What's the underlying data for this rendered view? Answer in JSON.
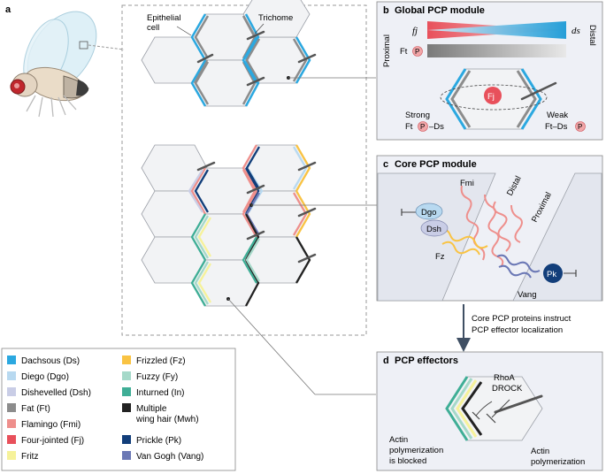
{
  "panels": {
    "a": {
      "letter": "a",
      "epithelial_label": "Epithelial",
      "epithelial_label2": "cell",
      "trichome_label": "Trichome"
    },
    "b": {
      "letter": "b",
      "title": "Global PCP module",
      "fj_label": "fj",
      "ds_label": "ds",
      "ft_label": "Ft",
      "p_label": "P",
      "proximal_label": "Proximal",
      "distal_label": "Distal",
      "fj_center": "Fj",
      "strong_label": "Strong",
      "strong_sub": "Ft",
      "strong_sub2": "–Ds",
      "weak_label": "Weak",
      "weak_sub": "Ft–Ds"
    },
    "c": {
      "letter": "c",
      "title": "Core PCP module",
      "fmi": "Fmi",
      "distal": "Distal",
      "proximal": "Proximal",
      "dgo": "Dgo",
      "dsh": "Dsh",
      "fz": "Fz",
      "pk": "Pk",
      "vang": "Vang"
    },
    "d": {
      "letter": "d",
      "title": "PCP effectors",
      "rhoa": "RhoA",
      "drock": "DROCK",
      "blocked1": "Actin",
      "blocked2": "polymerization",
      "blocked3": "is blocked",
      "poly1": "Actin",
      "poly2": "polymerization"
    },
    "arrow_text_1": "Core PCP proteins instruct",
    "arrow_text_2": "PCP effector localization"
  },
  "legend": {
    "left": [
      {
        "label": "Dachsous (Ds)",
        "color": "#2ba8e0"
      },
      {
        "label": "Diego (Dgo)",
        "color": "#b8d9f0"
      },
      {
        "label": "Dishevelled (Dsh)",
        "color": "#c9cde6"
      },
      {
        "label": "Fat (Ft)",
        "color": "#8c8c8c"
      },
      {
        "label": "Flamingo (Fmi)",
        "color": "#ee8f8c"
      },
      {
        "label": "Four-jointed (Fj)",
        "color": "#e8505b"
      },
      {
        "label": "Fritz",
        "color": "#f6f29a"
      }
    ],
    "right": [
      {
        "label": "Frizzled (Fz)",
        "color": "#f9c343"
      },
      {
        "label": "Fuzzy (Fy)",
        "color": "#a5d9c9"
      },
      {
        "label": "Inturned (In)",
        "color": "#3fae96"
      },
      {
        "label": "Multiple",
        "label2": "wing hair (Mwh)",
        "color": "#222222"
      },
      {
        "label": "Prickle (Pk)",
        "color": "#123e7a"
      },
      {
        "label": "Van Gogh (Vang)",
        "color": "#6b78b5"
      }
    ]
  },
  "colors": {
    "ds": "#2ba8e0",
    "dgo": "#b8d9f0",
    "dsh": "#c9cde6",
    "ft": "#8c8c8c",
    "fmi": "#ee8f8c",
    "fj": "#e8505b",
    "fritz": "#f6f29a",
    "fz": "#f9c343",
    "fy": "#a5d9c9",
    "in": "#3fae96",
    "mwh": "#222222",
    "pk": "#123e7a",
    "vang": "#6b78b5",
    "panel_bg": "#eef0f6",
    "cell": "#f2f3f5"
  }
}
